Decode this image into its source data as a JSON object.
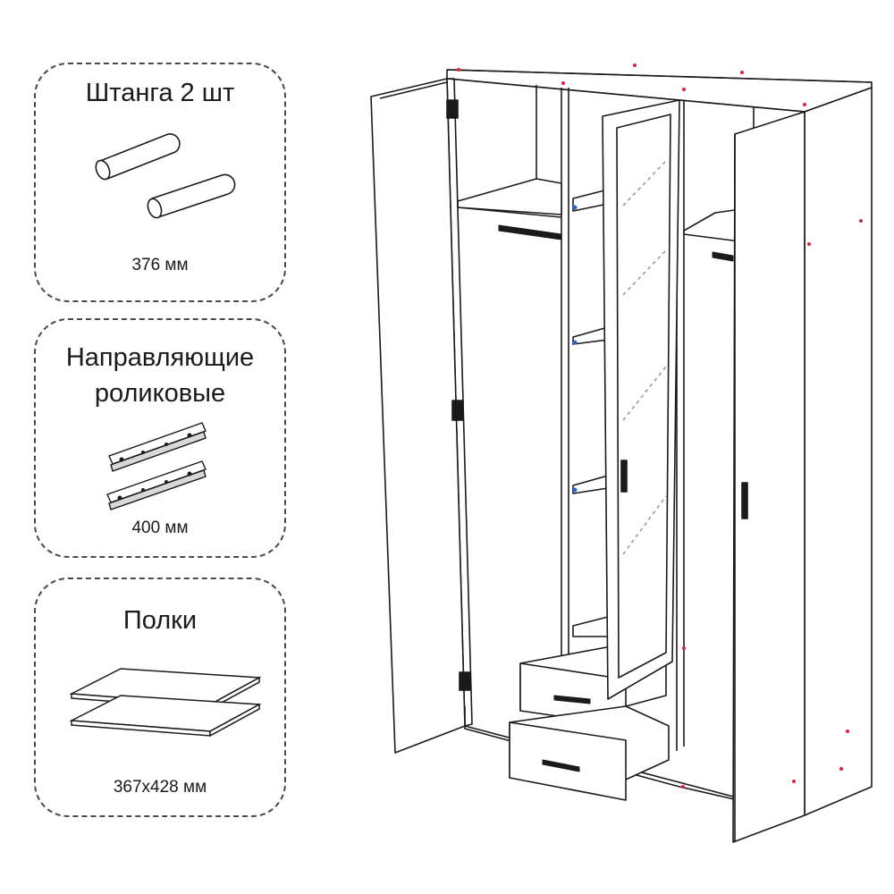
{
  "parts": [
    {
      "title_lines": [
        "Штанга 2 шт"
      ],
      "dimension": "376  мм",
      "icon": "rod-icon"
    },
    {
      "title_lines": [
        "Направляющие",
        "роликовые"
      ],
      "dimension": "400 мм",
      "icon": "roller-slide-icon"
    },
    {
      "title_lines": [
        "Полки"
      ],
      "dimension": "367x428 мм",
      "icon": "shelf-icon"
    }
  ],
  "colors": {
    "line": "#1a1a1a",
    "card_border": "#4a4a4a",
    "mirror": "#9a9a9a",
    "markers": "#e02040",
    "pins": "#2b5fd9"
  }
}
